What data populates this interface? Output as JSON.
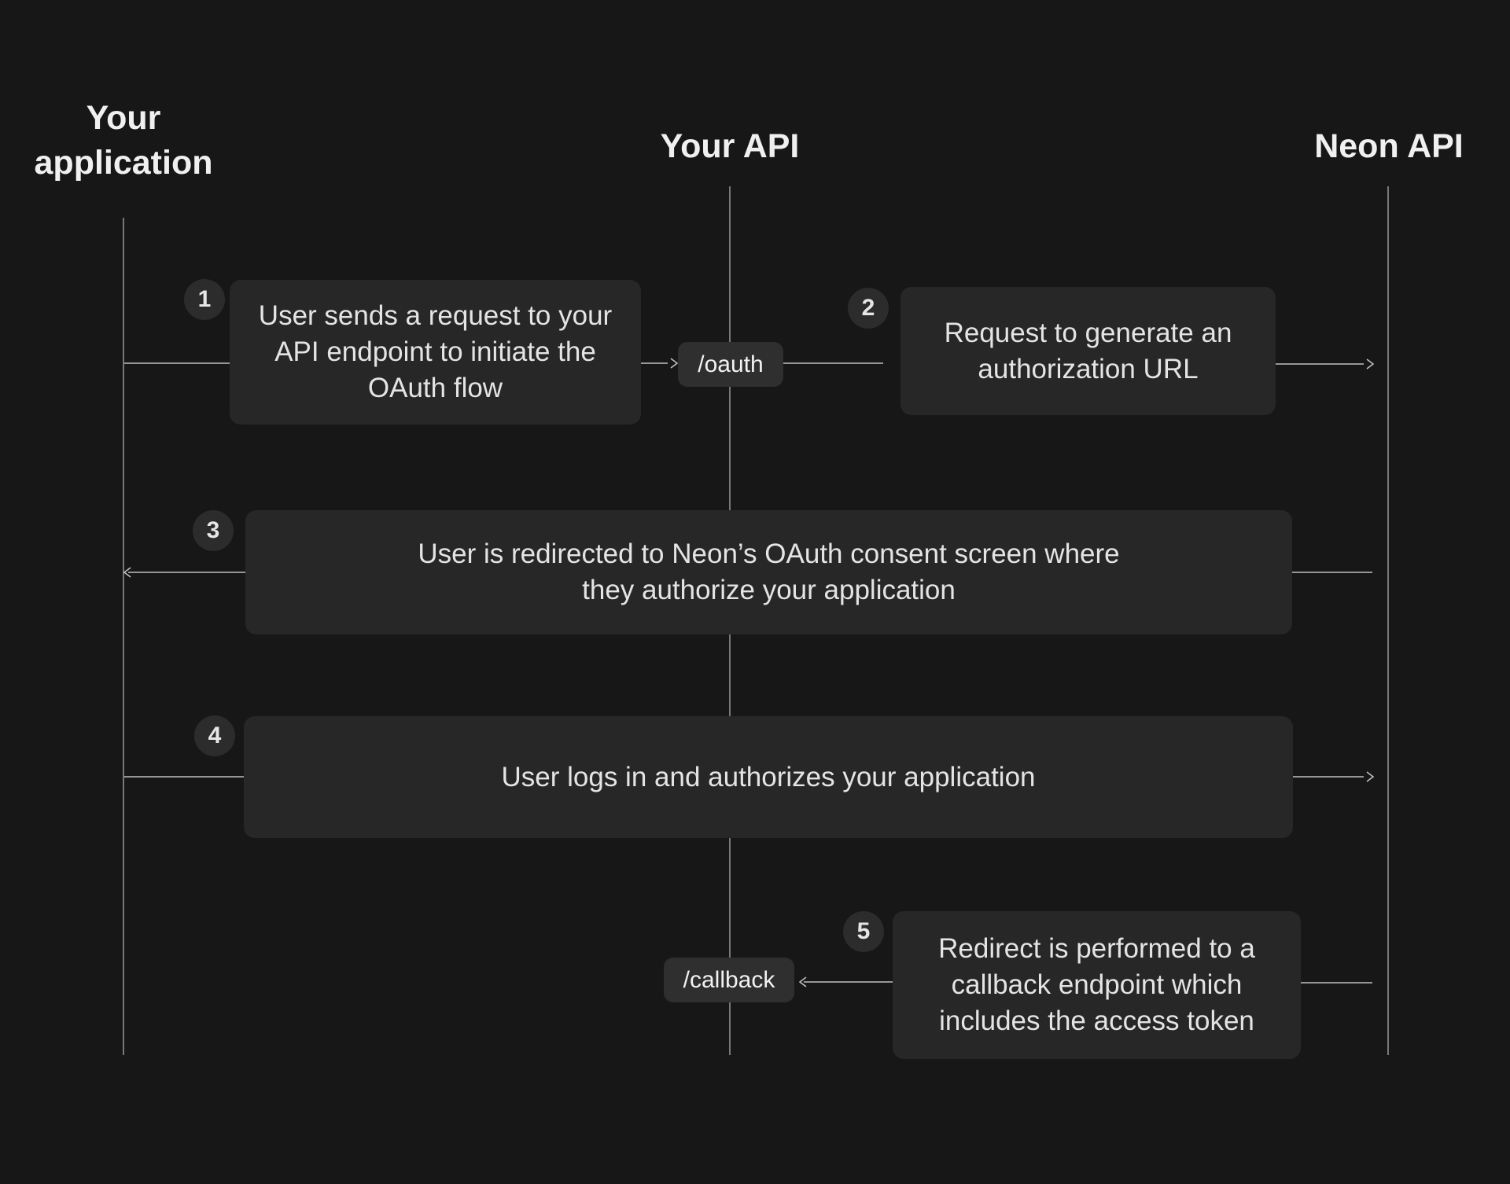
{
  "diagram": {
    "actors": [
      {
        "label": "Your application"
      },
      {
        "label": "Your API"
      },
      {
        "label": "Neon API"
      }
    ],
    "steps": [
      {
        "number": "1",
        "lines": [
          "User sends a request to your",
          "API endpoint to initiate the",
          "OAuth flow"
        ]
      },
      {
        "number": "2",
        "lines": [
          "Request to generate an",
          "authorization URL"
        ]
      },
      {
        "number": "3",
        "lines": [
          "User is redirected to Neon’s OAuth consent screen where",
          "they authorize your application"
        ]
      },
      {
        "number": "4",
        "lines": [
          "User logs in and authorizes your application"
        ]
      },
      {
        "number": "5",
        "lines": [
          "Redirect is performed to a",
          "callback endpoint which",
          "includes the access token"
        ]
      }
    ],
    "endpoints": [
      {
        "label": "/oauth"
      },
      {
        "label": "/callback"
      }
    ],
    "colors": {
      "background": "#171717",
      "box_fill": "#272727",
      "chip_fill": "#2f2f2f",
      "circle_fill": "#2c2c2c",
      "body_text": "#e4e4e4",
      "title_text": "#f0f0f0",
      "lifeline": "#787878",
      "message_line": "#969696",
      "arrowhead": "#c4c4c4"
    }
  }
}
